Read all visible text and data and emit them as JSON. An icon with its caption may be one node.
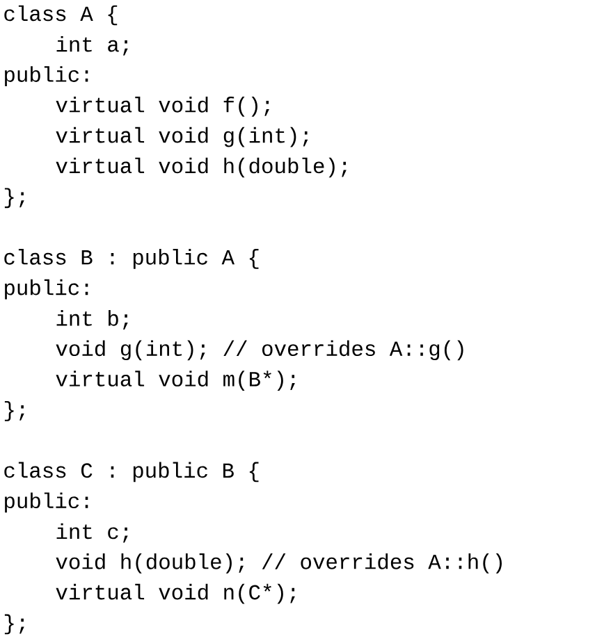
{
  "diagram": {
    "labels": [
      "class A {",
      "int a;",
      "public:",
      "virtual void f();",
      "virtual void g(int);",
      "virtual void h(double);",
      "};",
      "class B : public A {",
      "public:",
      "int b;",
      "void g(int);  // overrides A::g()",
      "virtual void m(B*);",
      "};",
      "class C : public B {",
      "public:",
      "int c;",
      "void h(double); // overrides A::h()",
      "virtual void n(C*);",
      "};"
    ]
  }
}
